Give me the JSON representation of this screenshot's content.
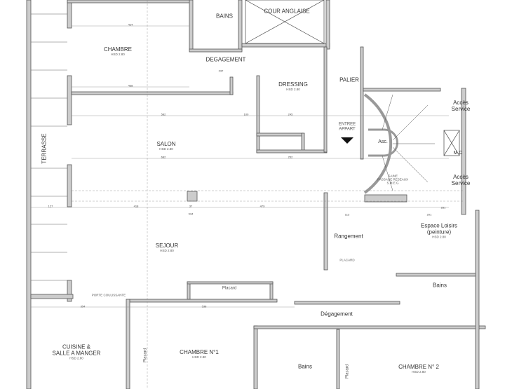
{
  "rooms": {
    "bains_top": {
      "name": "BAINS"
    },
    "cour": {
      "name": "COUR ANGLAISE"
    },
    "chambre": {
      "name": "CHAMBRE",
      "hsd": "HSD 2.80"
    },
    "degagement_top": {
      "name": "DEGAGEMENT"
    },
    "dressing": {
      "name": "DRESSING",
      "hsd": "HSD 2.80"
    },
    "palier": {
      "name": "PALIER"
    },
    "entree": {
      "name": "ENTREE",
      "name2": "APPART"
    },
    "asc": {
      "name": "Asc."
    },
    "acces1": {
      "name": "Accès",
      "name2": "Service"
    },
    "mc": {
      "name": "M.C"
    },
    "acces2": {
      "name": "Accès",
      "name2": "Service"
    },
    "gaine": {
      "name": "GAINE",
      "name2": "PASSAGE RESEAUX",
      "name3": "S.M.E.G"
    },
    "salon": {
      "name": "SALON",
      "hsd": "HSD 2.80"
    },
    "terrasse": {
      "name": "TERRASSE"
    },
    "sejour": {
      "name": "SEJOUR",
      "hsd": "HSD 2.80"
    },
    "rangement": {
      "name": "Rangement"
    },
    "placard_r": {
      "name": "PLACARD"
    },
    "loisirs": {
      "name": "Espace Loisirs",
      "name2": "(peinture)",
      "hsd": "HSD 2.80"
    },
    "bains_right": {
      "name": "Bains"
    },
    "placard_sejour": {
      "name": "Placard"
    },
    "porte": {
      "name": "PORTE COULISSANTE"
    },
    "degagement_bottom": {
      "name": "Dégagement"
    },
    "cuisine": {
      "name": "CUISINE &",
      "name2": "SALLE A MANGER",
      "hsd": "HSD 2.80"
    },
    "chambre1": {
      "name": "CHAMBRE N°1",
      "hsd": "HSD 2.80"
    },
    "placard_c1": {
      "name": "Placard"
    },
    "bains_bottom": {
      "name": "Bains"
    },
    "placard_b": {
      "name": "Placard"
    },
    "chambre2": {
      "name": "CHAMBRE N° 2",
      "hsd": "HSD 2.80"
    }
  },
  "dimensions": [
    "424",
    "438",
    "237",
    "582",
    "100",
    "245",
    "682",
    "252",
    "127",
    "418",
    "37",
    "479",
    "934",
    "354",
    "538",
    "251",
    "201",
    "113"
  ]
}
